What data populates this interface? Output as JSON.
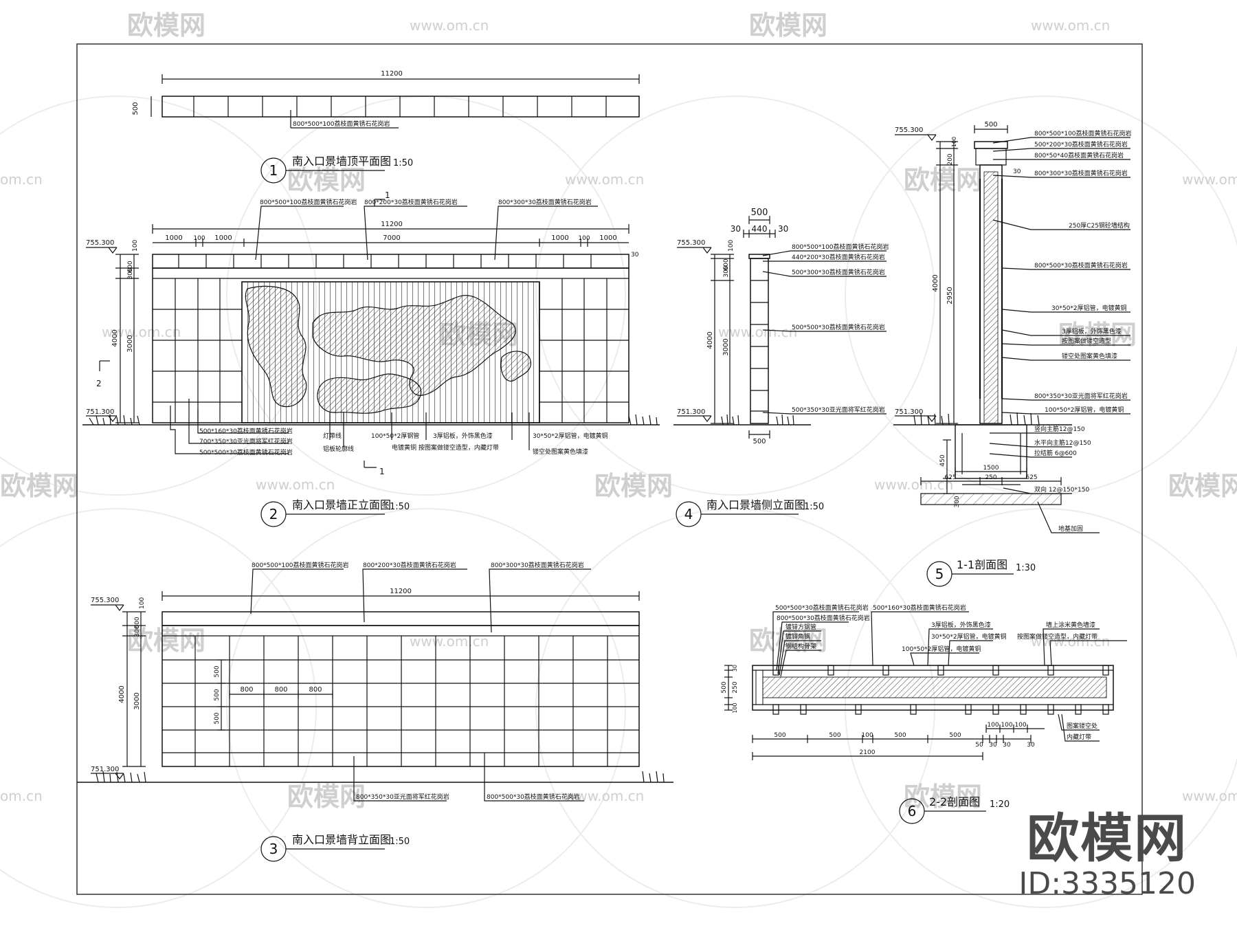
{
  "watermark": {
    "logo_text": "欧模网",
    "url_text": "www.om.cn",
    "side_text": "om.cn",
    "brand": "欧模网",
    "id": "ID:3335120"
  },
  "views": {
    "v1": {
      "num": "1",
      "title": "南入口景墙顶平面图",
      "scale": "1:50",
      "dims": {
        "total": "11200",
        "depth": "500"
      },
      "notes": [
        "800*500*100荔枝面黄锈石花岗岩"
      ]
    },
    "v2": {
      "num": "2",
      "title": "南入口景墙正立面图",
      "scale": "1:50",
      "elev_top": "755.300",
      "elev_bottom": "751.300",
      "dims": {
        "total": "11200",
        "d1000a": "1000",
        "d100a": "100",
        "d1000b": "1000",
        "d7000": "7000",
        "d1000c": "1000",
        "d100b": "100",
        "d1000d": "1000",
        "h100": "100",
        "h300": "300",
        "h600": "600",
        "h3000": "3000",
        "h4000": "4000",
        "h30": "30"
      },
      "section_mark_a": "1",
      "section_mark_b": "2",
      "notes_top": [
        "800*500*100荔枝面黄锈石花岗岩",
        "800*200*30荔枝面黄锈石花岗岩",
        "800*300*30荔枝面黄锈石花岗岩"
      ],
      "notes_bottom": [
        "500*160*30荔枝面黄锈石花岗岩",
        "700*350*30亚光面将军红花岗岩",
        "500*500*30荔枝面黄锈石花岗岩",
        "灯带线",
        "铝板轮廓线",
        "100*50*2厚钢管",
        "3厚铝板，外饰黑色漆",
        "电镀黄铜 按图案做镂空造型，内藏灯带",
        "30*50*2厚铝管，电镀黄铜",
        "镂空处图案黄色填漆"
      ]
    },
    "v3": {
      "num": "3",
      "title": "南入口景墙背立面图",
      "scale": "1:50",
      "elev_top": "755.300",
      "elev_bottom": "751.300",
      "dims": {
        "total": "11200",
        "h100": "100",
        "h300": "300",
        "h600": "600",
        "h3000": "3000",
        "h4000": "4000",
        "w800a": "800",
        "w800b": "800",
        "w800c": "800",
        "v500a": "500",
        "v500b": "500",
        "v500c": "500"
      },
      "notes_top": [
        "800*500*100荔枝面黄锈石花岗岩",
        "800*200*30荔枝面黄锈石花岗岩",
        "800*300*30荔枝面黄锈石花岗岩"
      ],
      "notes_bottom": [
        "800*350*30亚光面将军红花岗岩",
        "800*500*30荔枝面黄锈石花岗岩"
      ]
    },
    "v4": {
      "num": "4",
      "title": "南入口景墙侧立面图",
      "scale": "1:50",
      "elev_top": "755.300",
      "elev_bottom": "751.300",
      "dims": {
        "w500": "500",
        "w30a": "30",
        "w440": "440",
        "w30b": "30",
        "w500b": "500",
        "h100": "100",
        "h300": "300",
        "h600": "600",
        "h3000": "3000",
        "h4000": "4000"
      },
      "notes": [
        "800*500*100荔枝面黄锈石花岗岩",
        "440*200*30荔枝面黄锈石花岗岩",
        "500*300*30荔枝面黄锈石花岗岩",
        "500*500*30荔枝面黄锈石花岗岩",
        "500*350*30亚光面将军红花岗岩"
      ]
    },
    "v5": {
      "num": "5",
      "title": "1-1剖面图",
      "scale": "1:30",
      "elev_top": "755.300",
      "elev_bottom": "751.300",
      "dims": {
        "w500": "500",
        "h4000": "4000",
        "h2950": "2950",
        "h200": "200",
        "h100": "100",
        "h30": "30",
        "w1500": "1500",
        "w625a": "625",
        "w250": "250",
        "w625b": "625",
        "h300": "300",
        "h450": "450"
      },
      "notes": [
        "800*500*100荔枝面黄锈石花岗岩",
        "500*200*30荔枝面黄锈石花岗岩",
        "800*50*40荔枝面黄锈石花岗岩",
        "800*300*30荔枝面黄锈石花岗岩",
        "250厚C25钢砼墙结构",
        "800*500*30荔枝面黄锈石花岗岩",
        "30*50*2厚铝管，电镀黄铜",
        "3厚铝板，外饰黑色漆",
        "按图案做镂空造型",
        "镂空处图案黄色填漆",
        "800*350*30亚光面将军红花岗岩",
        "100*50*2厚铝管，电镀黄铜",
        "竖向主筋12@150",
        "水平向主筋12@150",
        "拉结筋 6@600",
        "双向 12@150*150",
        "地基加固"
      ]
    },
    "v6": {
      "num": "6",
      "title": "2-2剖面图",
      "scale": "1:20",
      "dims": {
        "w500a": "500",
        "w500b": "500",
        "w100": "100",
        "w500c": "500",
        "w500d": "500",
        "w50": "50",
        "w30a": "30",
        "w30b": "30",
        "w2100": "2100",
        "w100a": "100",
        "w100b": "100",
        "w100c": "100",
        "w30c": "30",
        "h500": "500",
        "h250": "250",
        "h100": "100",
        "h30": "30"
      },
      "notes": [
        "500*500*30荔枝面黄锈石花岗岩",
        "500*160*30荔枝面黄锈石花岗岩",
        "800*500*30荔枝面黄锈石花岗岩",
        "镀锌方钢管",
        "镀锌角钢",
        "钢结构骨架",
        "3厚铝板，外饰黑色漆",
        "30*50*2厚铝管，电镀黄铜",
        "100*50*2厚铝管，电镀黄铜",
        "墙上涂米黄色墙漆",
        "按图案做镂空造型，内藏灯带",
        "图案镂空处",
        "内藏灯带"
      ]
    }
  }
}
